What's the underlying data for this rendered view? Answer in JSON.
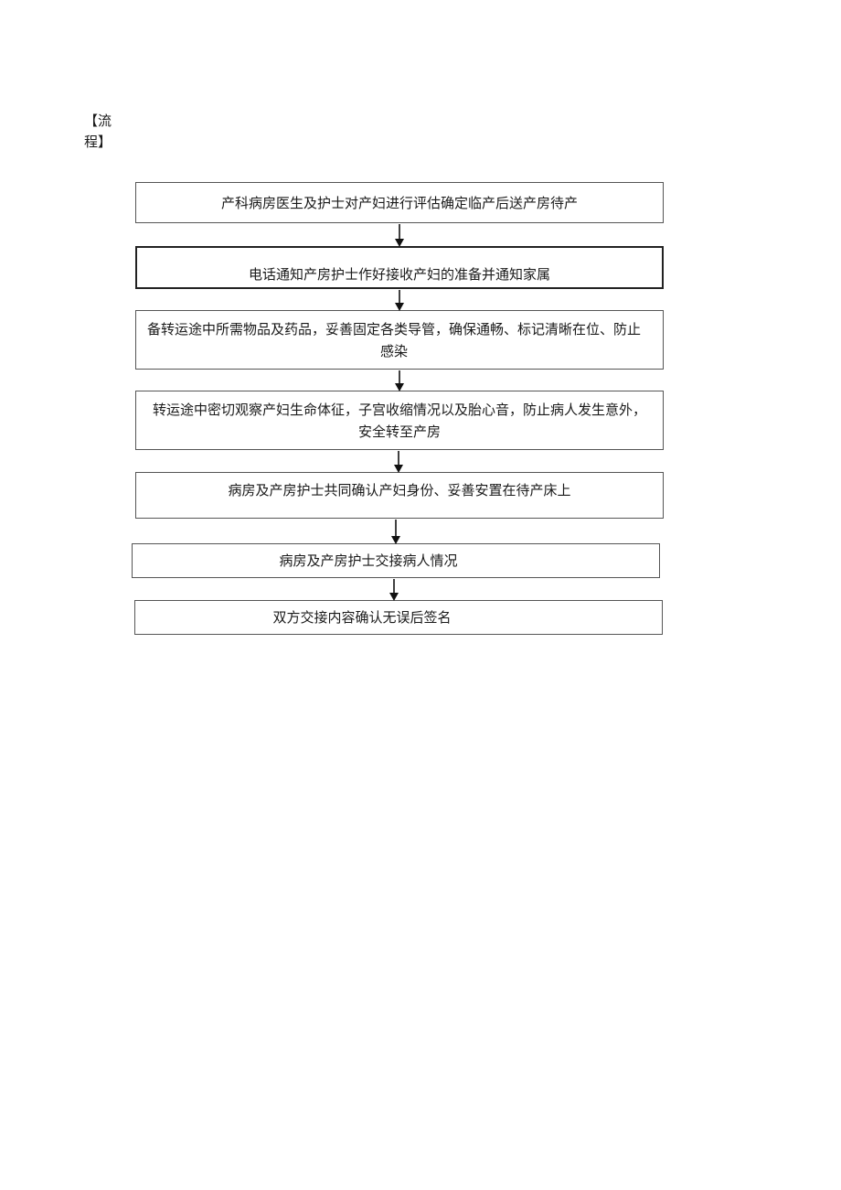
{
  "heading": {
    "line1": "【流",
    "line2": "程】"
  },
  "steps": [
    {
      "text": "产科病房医生及护士对产妇进行评估确定临产后送产房待产"
    },
    {
      "text": "电话通知产房护士作好接收产妇的准备并通知家属"
    },
    {
      "text": "备转运途中所需物品及药品，妥善固定各类导管，确保通畅、标记清晰在位、防止感染"
    },
    {
      "text": "转运途中密切观察产妇生命体征，子宫收缩情况以及胎心音，防止病人发生意外，安全转至产房"
    },
    {
      "text": "病房及产房护士共同确认产妇身份、妥善安置在待产床上"
    },
    {
      "text": "病房及产房护士交接病人情况"
    },
    {
      "text": "双方交接内容确认无误后签名"
    }
  ]
}
